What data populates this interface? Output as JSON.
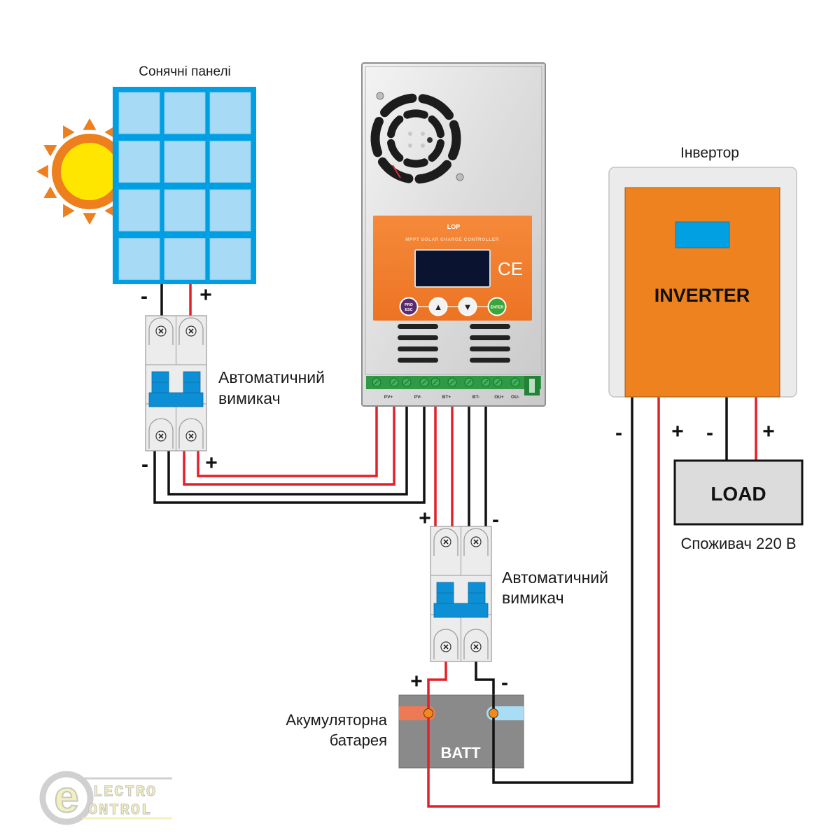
{
  "labels": {
    "solar_panels": "Сонячні панелі",
    "breaker_1_line1": "Автоматичний",
    "breaker_1_line2": "вимикач",
    "breaker_2_line1": "Автоматичний",
    "breaker_2_line2": "вимикач",
    "inverter_title": "Інвертор",
    "inverter_body": "INVERTER",
    "load_body": "LOAD",
    "load_caption": "Споживач 220 В",
    "battery_line1": "Акумуляторна",
    "battery_line2": "батарея",
    "battery_body": "BATT"
  },
  "controller": {
    "brand": "LOP",
    "model_text": "MPPT SOLAR CHARGE CONTROLLER",
    "ce_mark": "CE",
    "buttons": [
      {
        "label_top": "PRO",
        "label_bottom": "ESC",
        "color": "#5b2a6e"
      },
      {
        "label_top": "▲",
        "label_bottom": "",
        "color": "#f2f2f2"
      },
      {
        "label_top": "▼",
        "label_bottom": "",
        "color": "#f2f2f2"
      },
      {
        "label_top": "ENTER",
        "label_bottom": "",
        "color": "#3aa63a"
      }
    ],
    "terminals": [
      "PV+",
      "PV-",
      "BT+",
      "BT-",
      "OU+",
      "OU-"
    ]
  },
  "polarity": {
    "plus": "+",
    "minus": "-"
  },
  "logo": {
    "letter": "e",
    "line1": "LECTRO",
    "line2": "ONTROL"
  },
  "colors": {
    "wire_positive": "#e3202a",
    "wire_negative": "#111111",
    "panel_frame": "#009fe3",
    "panel_cell": "#a6daf5",
    "sun_core": "#ffe600",
    "sun_ring": "#ee7f1e",
    "inverter_body": "#ee821e",
    "inverter_screen": "#00a0e2",
    "breaker_toggle": "#0d8fd6",
    "battery_body": "#8a8a8a",
    "battery_pos_strip": "#ee7a55",
    "battery_neg_strip": "#a9dcf5",
    "controller_face": "#f07f2c"
  }
}
